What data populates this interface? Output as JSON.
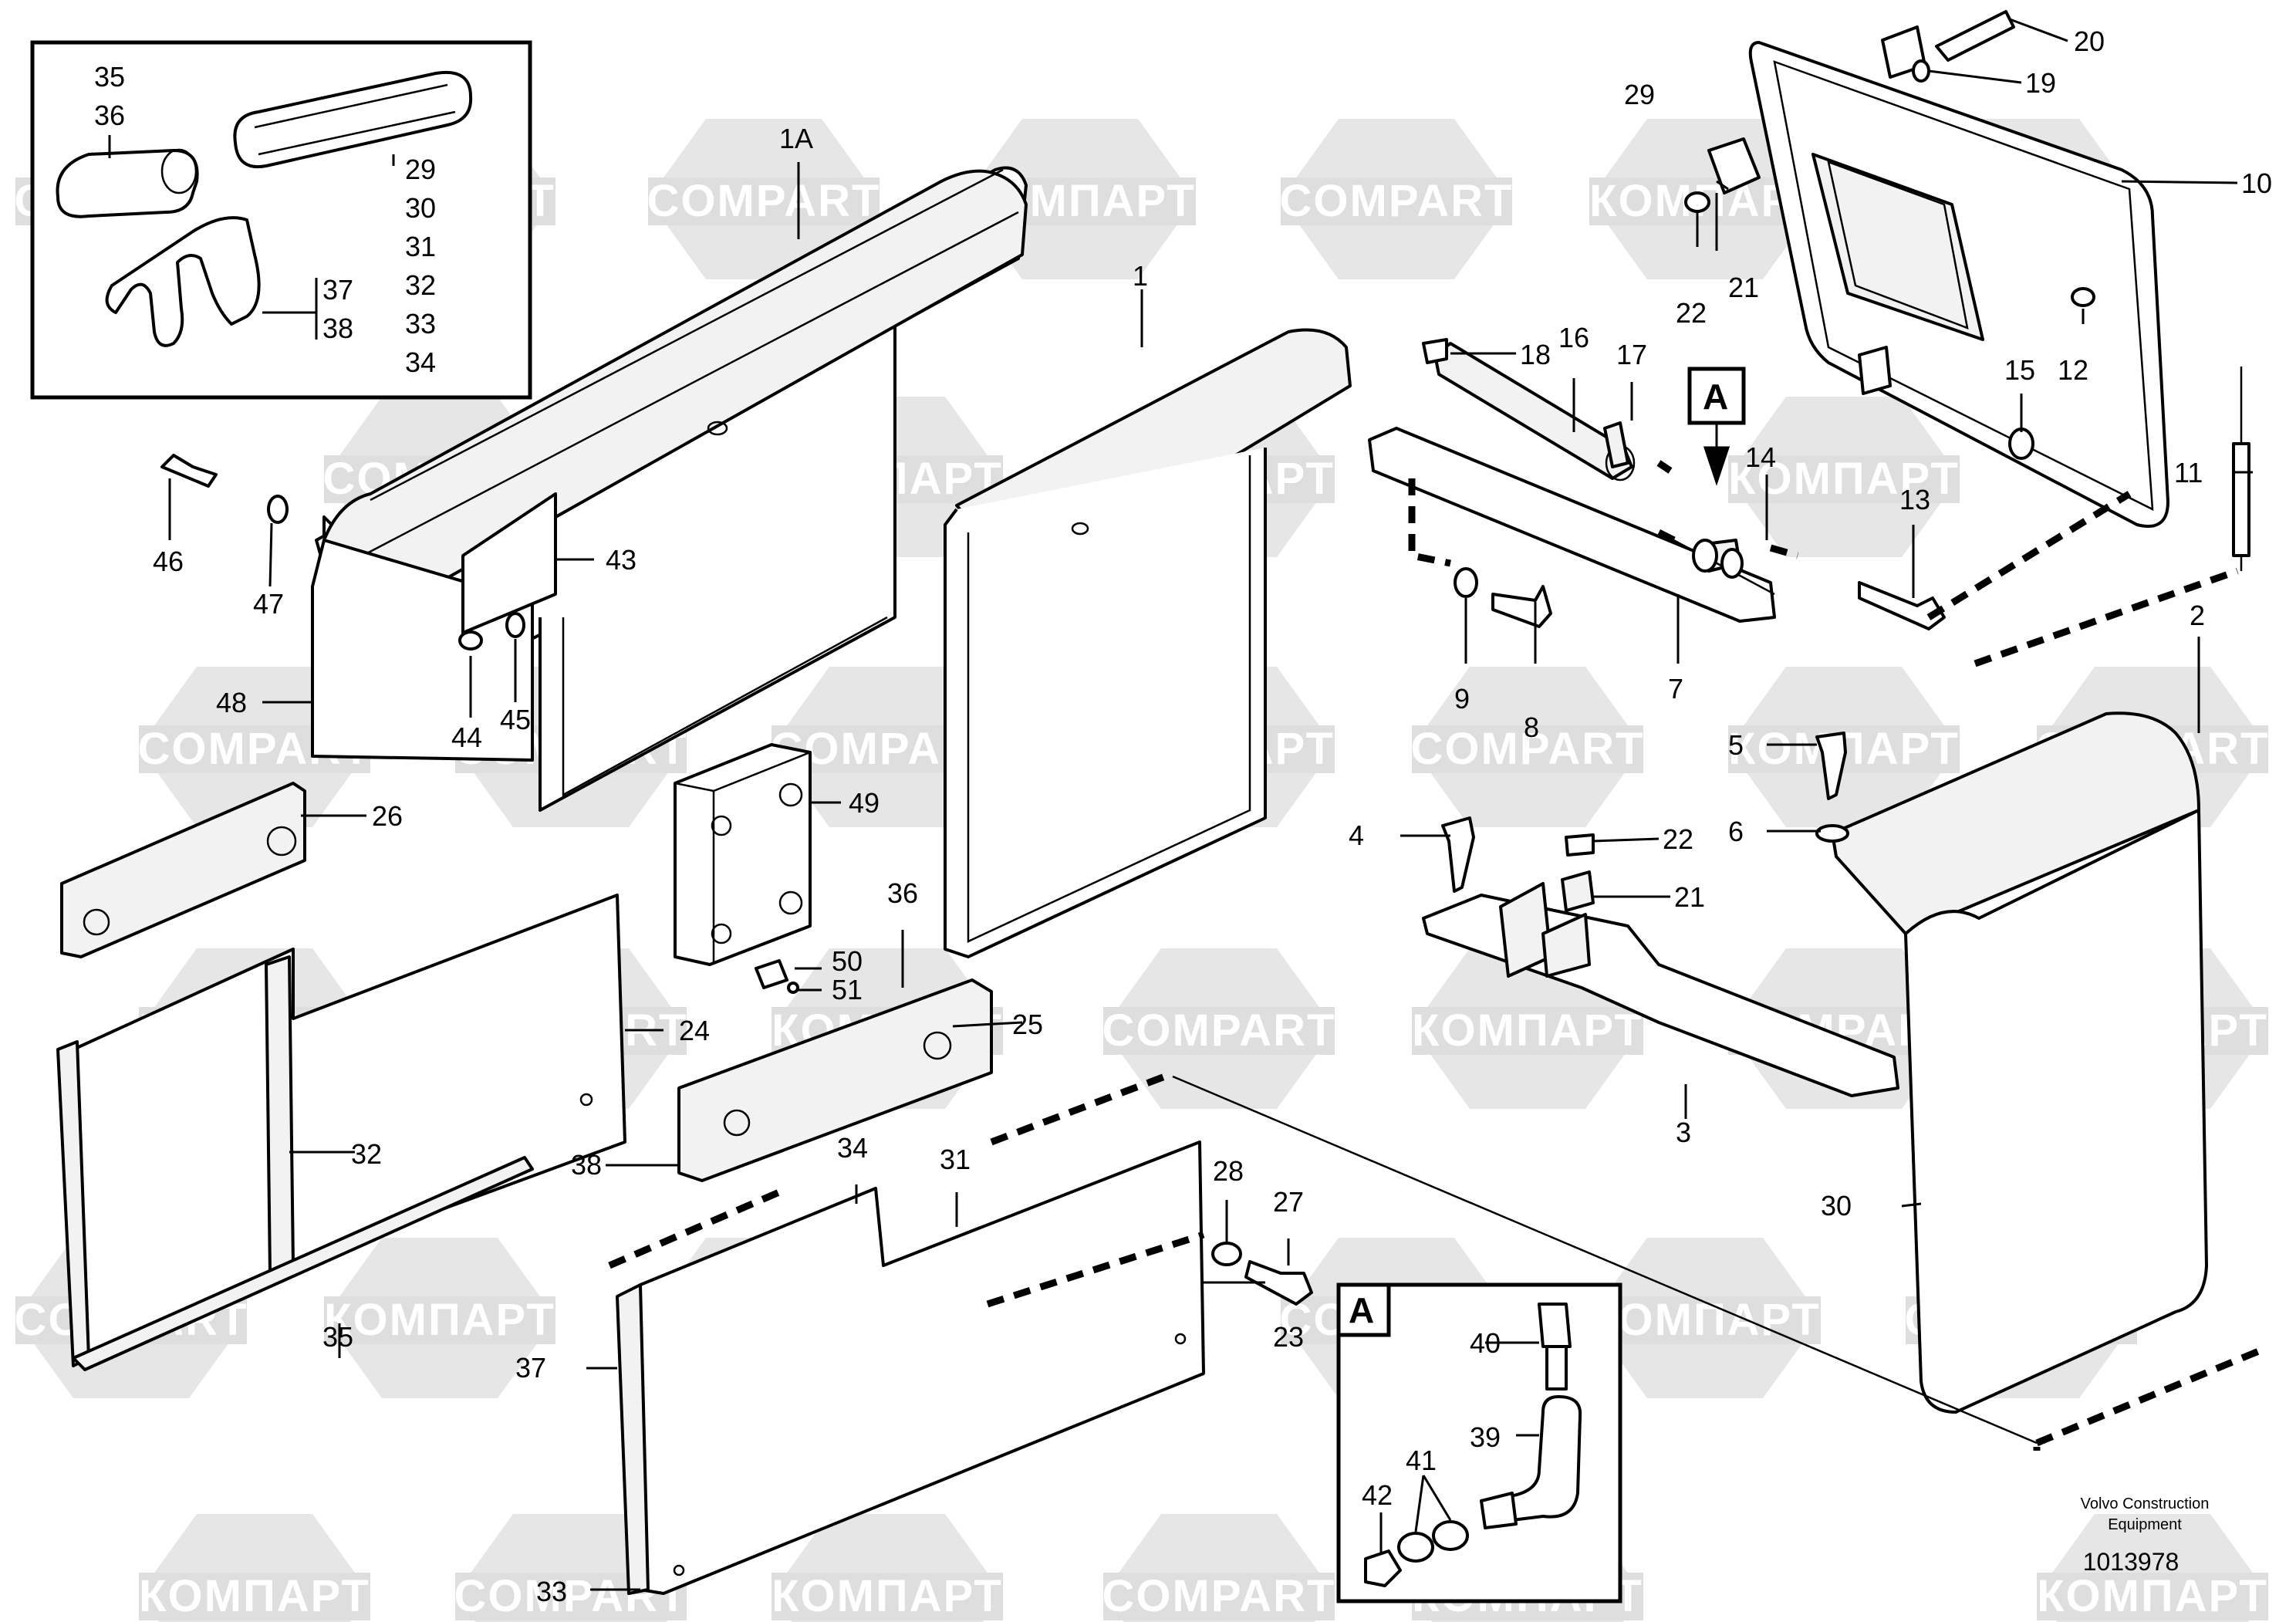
{
  "watermark": {
    "latin": "COMPART",
    "cyrillic": "КОМПАРТ"
  },
  "inset_labels": [
    "35",
    "36",
    "29",
    "30",
    "31",
    "32",
    "33",
    "34",
    "37",
    "38"
  ],
  "callouts": {
    "c1A": "1A",
    "c1": "1",
    "c2": "2",
    "c3": "3",
    "c4": "4",
    "c5": "5",
    "c6": "6",
    "c7": "7",
    "c8": "8",
    "c9": "9",
    "c10": "10",
    "c11": "11",
    "c12": "12",
    "c13": "13",
    "c14": "14",
    "c15": "15",
    "c16": "16",
    "c17": "17",
    "c18": "18",
    "c19": "19",
    "c20": "20",
    "c21a": "21",
    "c21b": "21",
    "c22a": "22",
    "c22b": "22",
    "c23": "23",
    "c24": "24",
    "c25": "25",
    "c26": "26",
    "c27": "27",
    "c28": "28",
    "c29": "29",
    "c30": "30",
    "c31": "31",
    "c32": "32",
    "c33": "33",
    "c34": "34",
    "c35": "35",
    "c36": "36",
    "c37": "37",
    "c38": "38",
    "c39": "39",
    "c40": "40",
    "c41": "41",
    "c42": "42",
    "c43": "43",
    "c44": "44",
    "c45": "45",
    "c46": "46",
    "c47": "47",
    "c48": "48",
    "c49": "49",
    "c50": "50",
    "c51": "51"
  },
  "detail_marker": "A",
  "detail_box_label": "A",
  "footer": {
    "brand_line1": "Volvo Construction",
    "brand_line2": "Equipment",
    "drawing_number": "1013978"
  }
}
